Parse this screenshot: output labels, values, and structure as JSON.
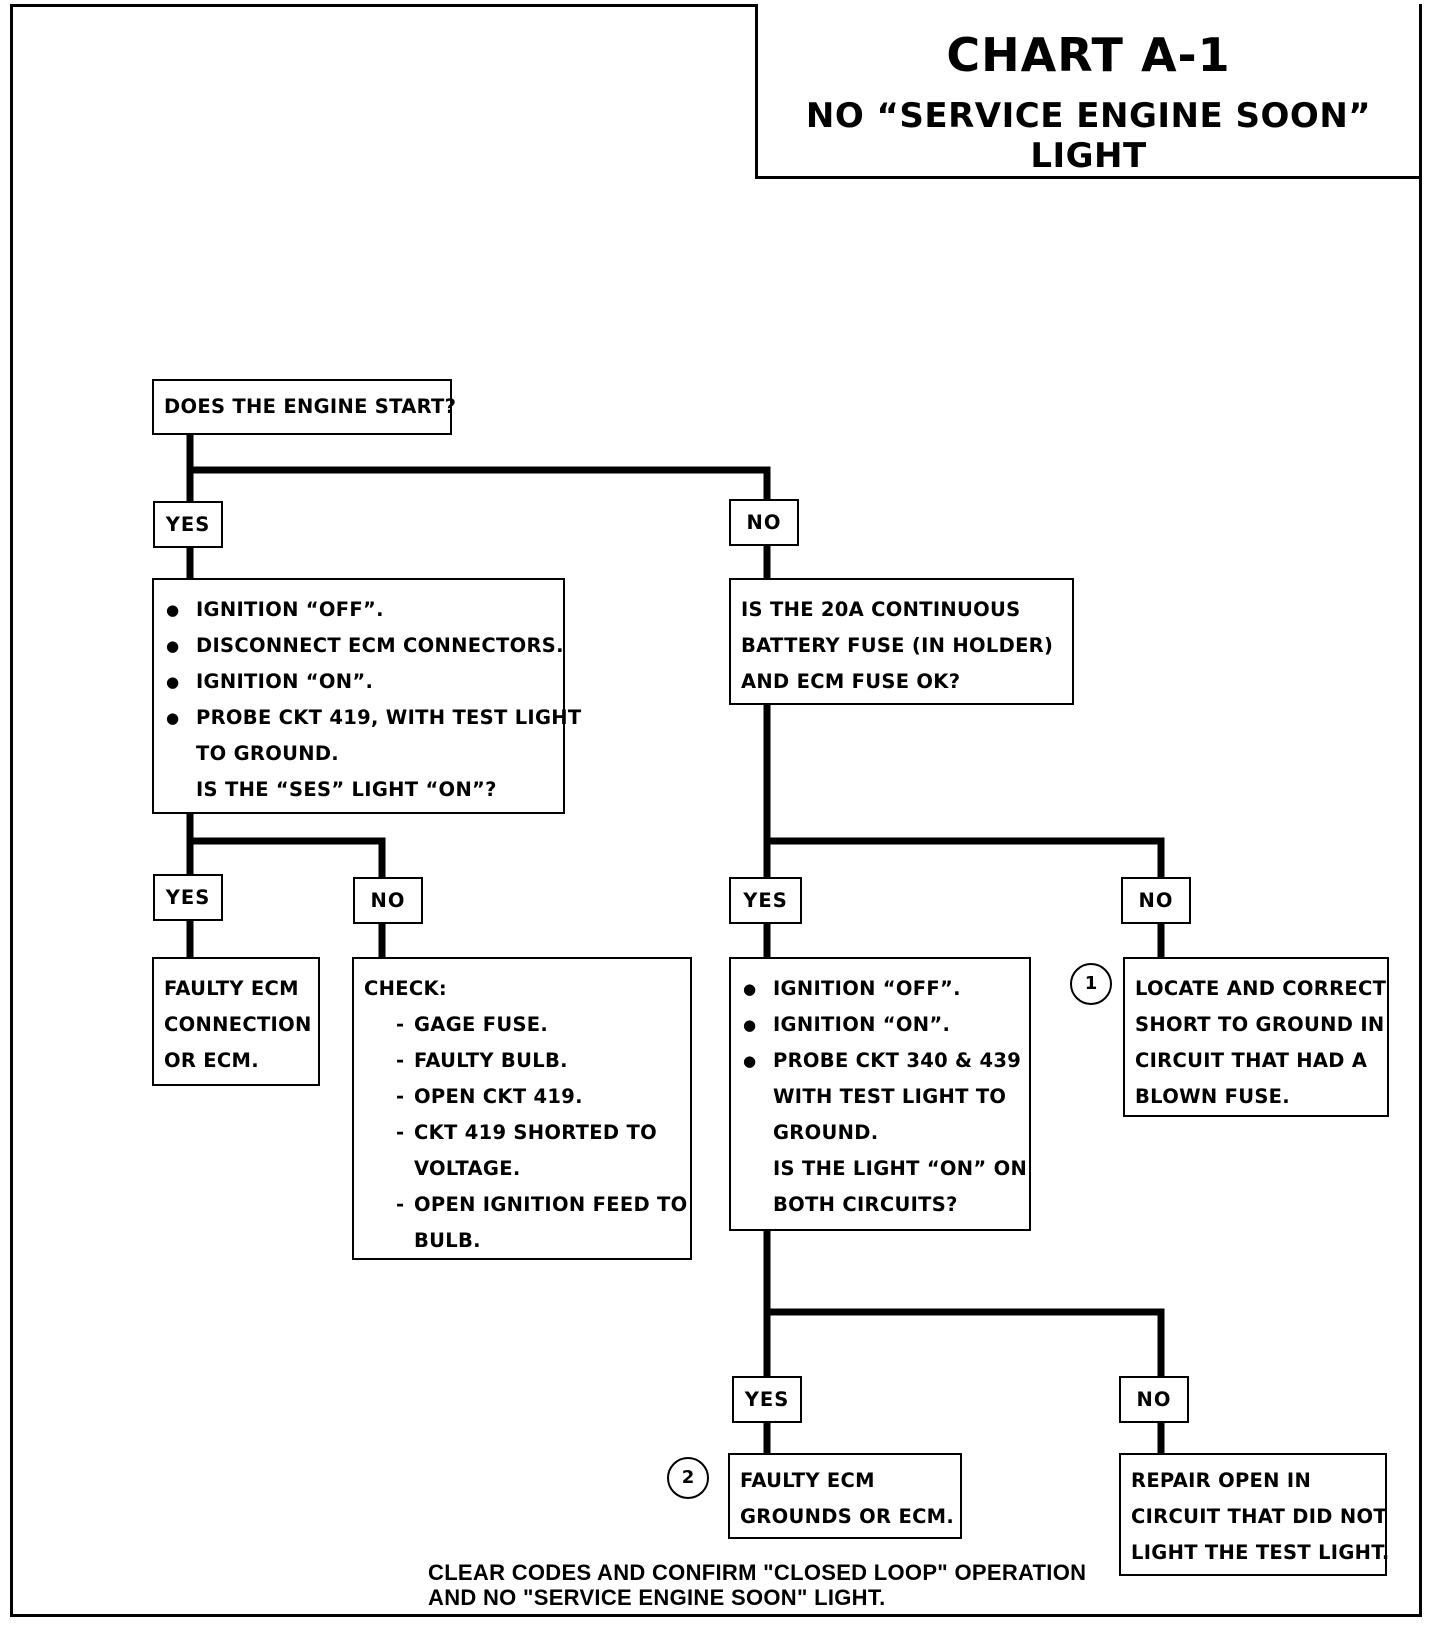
{
  "title": {
    "chart": "CHART A-1",
    "subtitle": "NO “SERVICE ENGINE SOON” LIGHT"
  },
  "nodes": {
    "start": "DOES THE ENGINE START?",
    "yes_steps": {
      "bullets": [
        "IGNITION “OFF”.",
        "DISCONNECT ECM CONNECTORS.",
        "IGNITION “ON”.",
        "PROBE CKT 419, WITH TEST LIGHT"
      ],
      "continuation": [
        "TO GROUND.",
        "IS THE “SES” LIGHT “ON”?"
      ]
    },
    "no_question": [
      "IS THE 20A CONTINUOUS",
      "BATTERY FUSE  (IN HOLDER)",
      "AND ECM FUSE OK?"
    ],
    "faulty_ecm_connection": [
      "FAULTY ECM",
      "CONNECTION",
      "OR ECM."
    ],
    "check": {
      "heading": "CHECK:",
      "items": [
        "GAGE FUSE.",
        "FAULTY BULB.",
        "OPEN CKT 419.",
        "CKT 419 SHORTED TO",
        "OPEN IGNITION FEED TO"
      ],
      "continuation": [
        "VOLTAGE.",
        "BULB."
      ]
    },
    "probe_340_439": {
      "bullets": [
        "IGNITION “OFF”.",
        "IGNITION “ON”.",
        "PROBE CKT 340 & 439"
      ],
      "continuation": [
        "WITH TEST LIGHT TO",
        "GROUND.",
        "IS THE LIGHT “ON” ON",
        "BOTH CIRCUITS?"
      ]
    },
    "locate_short": [
      "LOCATE  AND CORRECT",
      "SHORT TO GROUND IN",
      "CIRCUIT THAT HAD A",
      "BLOWN FUSE."
    ],
    "faulty_grounds": [
      "FAULTY ECM",
      "GROUNDS OR ECM."
    ],
    "repair_open": [
      "REPAIR OPEN IN",
      "CIRCUIT THAT DID NOT",
      "LIGHT THE TEST LIGHT."
    ]
  },
  "labels": {
    "yes": "YES",
    "no": "NO"
  },
  "circles": {
    "one": "1",
    "two": "2"
  },
  "footer": [
    "CLEAR CODES AND CONFIRM \"CLOSED LOOP\" OPERATION",
    "AND NO \"SERVICE ENGINE SOON\" LIGHT."
  ]
}
